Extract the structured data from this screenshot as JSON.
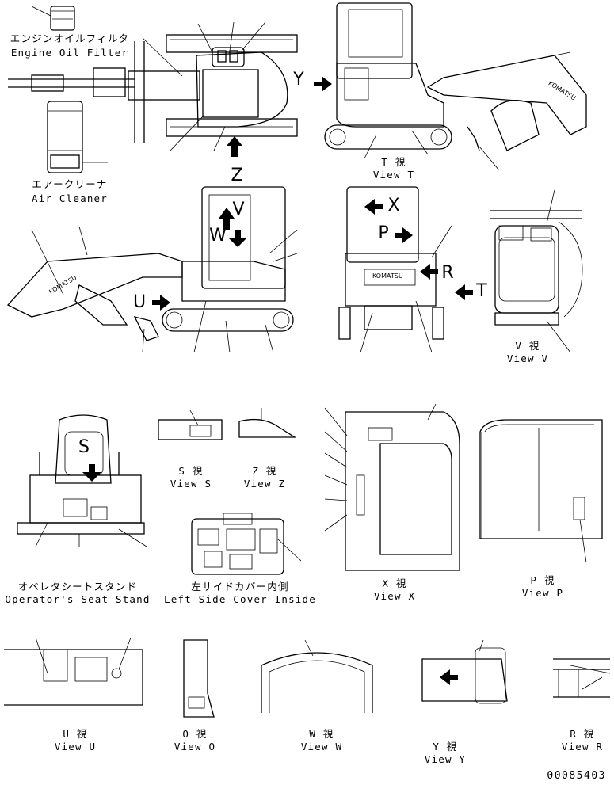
{
  "labels": {
    "engine_oil_filter_jp": "エンジンオイルフィルタ",
    "engine_oil_filter_en": "Engine Oil Filter",
    "air_cleaner_jp": "エアークリーナ",
    "air_cleaner_en": "Air Cleaner",
    "view_t_jp": "T 視",
    "view_t_en": "View T",
    "view_v_jp": "V 視",
    "view_v_en": "View V",
    "view_s_jp": "S 視",
    "view_s_en": "View S",
    "view_z_jp": "Z 視",
    "view_z_en": "View Z",
    "seat_stand_jp": "オペレタシートスタンド",
    "seat_stand_en": "Operator's Seat Stand",
    "left_side_cover_jp": "左サイドカバー内側",
    "left_side_cover_en": "Left Side Cover Inside",
    "view_x_jp": "X 視",
    "view_x_en": "View X",
    "view_p_jp": "P 視",
    "view_p_en": "View P",
    "view_u_jp": "U 視",
    "view_u_en": "View U",
    "view_o_jp": "O 視",
    "view_o_en": "View O",
    "view_w_jp": "W 視",
    "view_w_en": "View W",
    "view_y_jp": "Y 視",
    "view_y_en": "View Y",
    "view_r_jp": "R 視",
    "view_r_en": "View R"
  },
  "view_letters": {
    "y": "Y",
    "z": "Z",
    "v": "V",
    "w": "W",
    "u": "U",
    "x": "X",
    "p": "P",
    "r": "R",
    "t": "T",
    "s": "S"
  },
  "boom_brand": "KOMATSU",
  "drawing_code": "00085403"
}
